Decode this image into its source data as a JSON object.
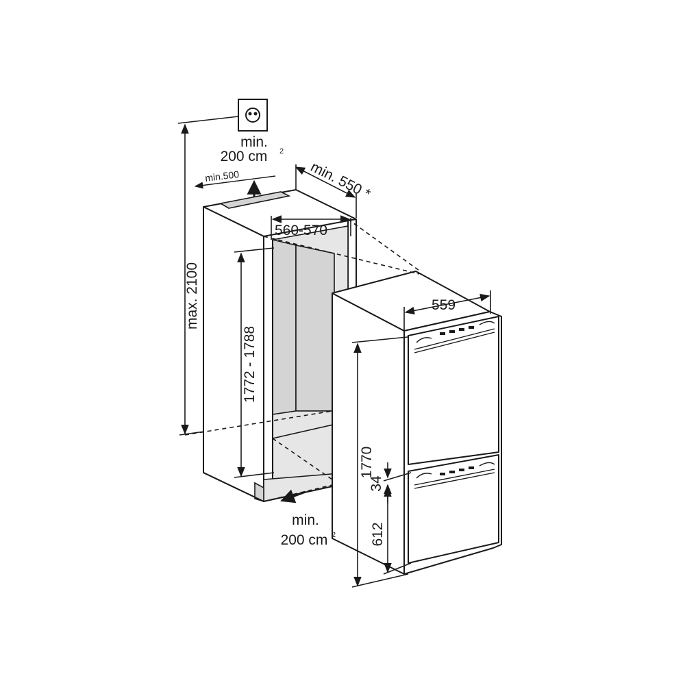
{
  "labels": {
    "vent_top_min": "min.",
    "vent_top_area": "200 cm",
    "vent_top_sup": "2",
    "vent_top_width": "min.500",
    "depth_min": "min. 550 *",
    "niche_width": "560-570",
    "niche_height": "1772 - 1788",
    "max_height": "max. 2100",
    "appliance_width": "559",
    "appliance_height": "1770",
    "door_gap": "34",
    "lower_door_height": "612",
    "vent_bottom_min": "min.",
    "vent_bottom_area": "200 cm",
    "vent_bottom_sup": "2"
  },
  "icons": [
    "socket-icon",
    "airflow-arrow-icon"
  ]
}
